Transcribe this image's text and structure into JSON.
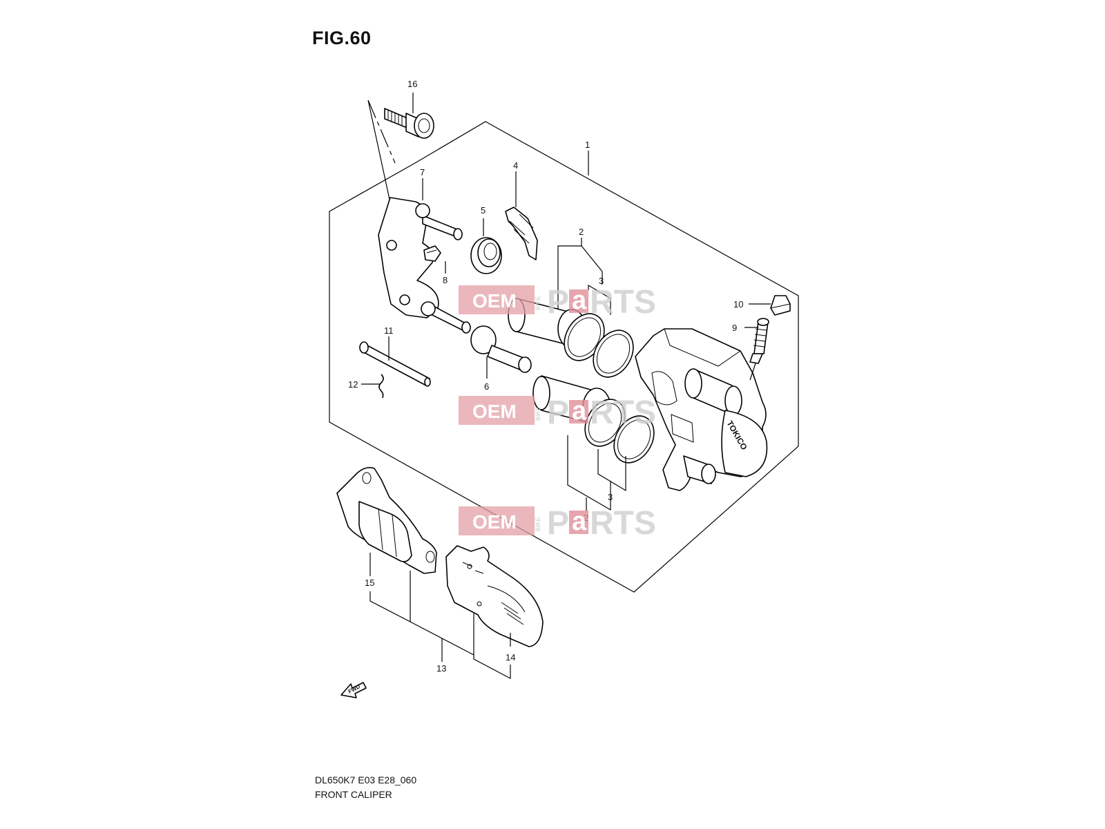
{
  "figure": {
    "title": "FIG.60",
    "code": "DL650K7 E03 E28_060",
    "caption": "FRONT CALIPER"
  },
  "callouts": [
    {
      "id": "c1",
      "text": "1"
    },
    {
      "id": "c2a",
      "text": "2"
    },
    {
      "id": "c2b",
      "text": "2"
    },
    {
      "id": "c3a",
      "text": "3"
    },
    {
      "id": "c3b",
      "text": "3"
    },
    {
      "id": "c4",
      "text": "4"
    },
    {
      "id": "c5",
      "text": "5"
    },
    {
      "id": "c6",
      "text": "6"
    },
    {
      "id": "c7",
      "text": "7"
    },
    {
      "id": "c8",
      "text": "8"
    },
    {
      "id": "c9",
      "text": "9"
    },
    {
      "id": "c10",
      "text": "10"
    },
    {
      "id": "c11",
      "text": "11"
    },
    {
      "id": "c12",
      "text": "12"
    },
    {
      "id": "c13",
      "text": "13"
    },
    {
      "id": "c14",
      "text": "14"
    },
    {
      "id": "c15",
      "text": "15"
    },
    {
      "id": "c16",
      "text": "16"
    }
  ],
  "caliper_brand": "TOKICO",
  "fwd_label": "FWD",
  "watermark": {
    "left": "OEM",
    "middle": "BIKE",
    "right_pre": "P",
    "right_a": "a",
    "right_post": "RTS"
  },
  "colors": {
    "watermark_pink": "#e3a0a6",
    "watermark_grey": "#cfcfcf",
    "line": "#000000"
  }
}
